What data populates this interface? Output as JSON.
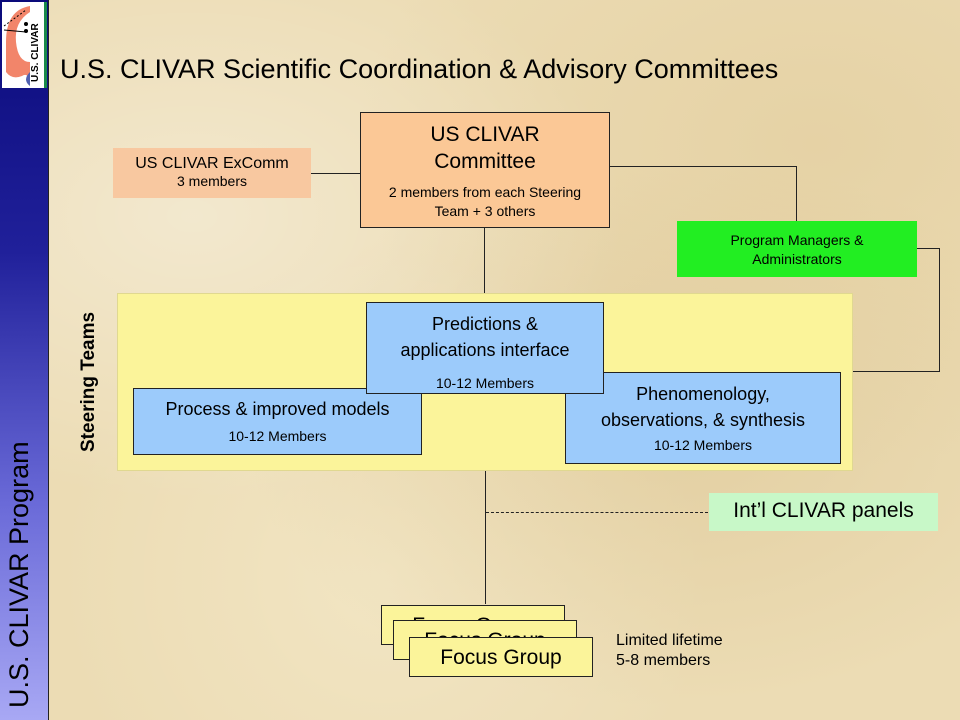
{
  "sidebar": {
    "title": "U.S. CLIVAR Program",
    "logo_text": "U.S. CLIVAR",
    "logo_icon": "us-clivar-logo"
  },
  "page": {
    "title": "U.S. CLIVAR Scientific Coordination & Advisory Committees"
  },
  "committee": {
    "title_line1": "US CLIVAR",
    "title_line2": "Committee",
    "desc_line1": "2 members from each Steering",
    "desc_line2": "Team + 3 others"
  },
  "excomm": {
    "title": "US CLIVAR ExComm",
    "members": "3 members"
  },
  "program_managers": {
    "line1": "Program Managers &",
    "line2": "Administrators"
  },
  "steering": {
    "label": "Steering Teams",
    "teams": [
      {
        "line1": "Predictions &",
        "line2": "applications interface",
        "members": "10-12 Members"
      },
      {
        "line1": "Process & improved models",
        "line2": "",
        "members": "10-12 Members"
      },
      {
        "line1": "Phenomenology,",
        "line2": "observations, & synthesis",
        "members": "10-12 Members"
      }
    ]
  },
  "intl": {
    "label": "Int’l CLIVAR panels"
  },
  "focus": {
    "label": "Focus Group",
    "note_line1": "Limited lifetime",
    "note_line2": "5-8 members"
  },
  "colors": {
    "sidebar_top": "#0a0a7a",
    "sidebar_bottom": "#a8a8f4",
    "committee": "#fbc896",
    "program_managers": "#22ee22",
    "steering_panel": "#fbf49a",
    "team_box": "#9ccbfb",
    "intl_panel": "#c8f8c8"
  }
}
